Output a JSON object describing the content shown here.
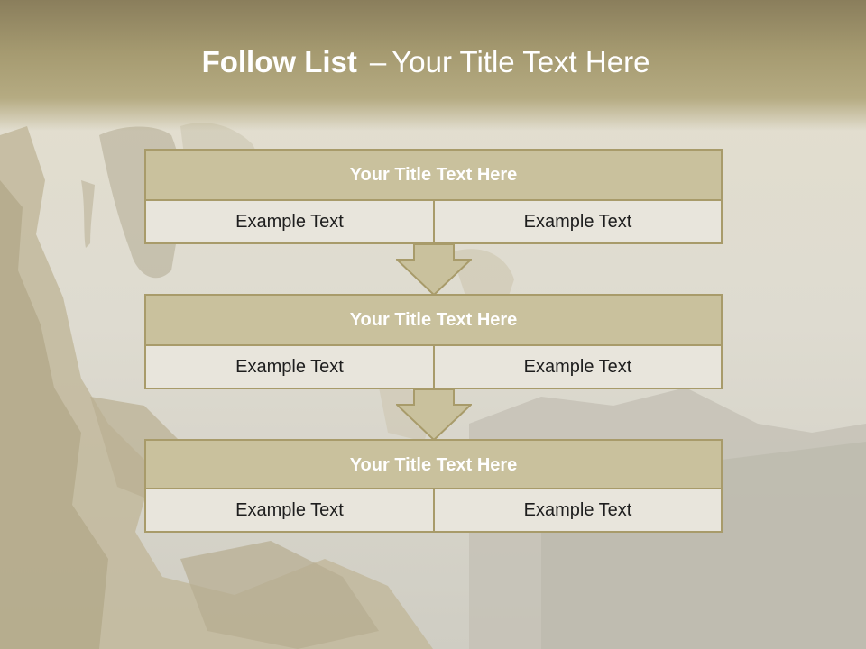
{
  "slide": {
    "title_bold": "Follow List",
    "title_separator": "–",
    "title_rest": "Your Title Text Here"
  },
  "steps": [
    {
      "title": "Your Title Text Here",
      "left": "Example Text",
      "right": "Example Text"
    },
    {
      "title": "Your Title Text Here",
      "left": "Example Text",
      "right": "Example Text"
    },
    {
      "title": "Your Title Text Here",
      "left": "Example Text",
      "right": "Example Text"
    }
  ],
  "colors": {
    "title_fill": "#c9c19d",
    "cell_fill": "#e8e5dc",
    "border": "#a89b6a",
    "header_band": "#a59a70"
  }
}
